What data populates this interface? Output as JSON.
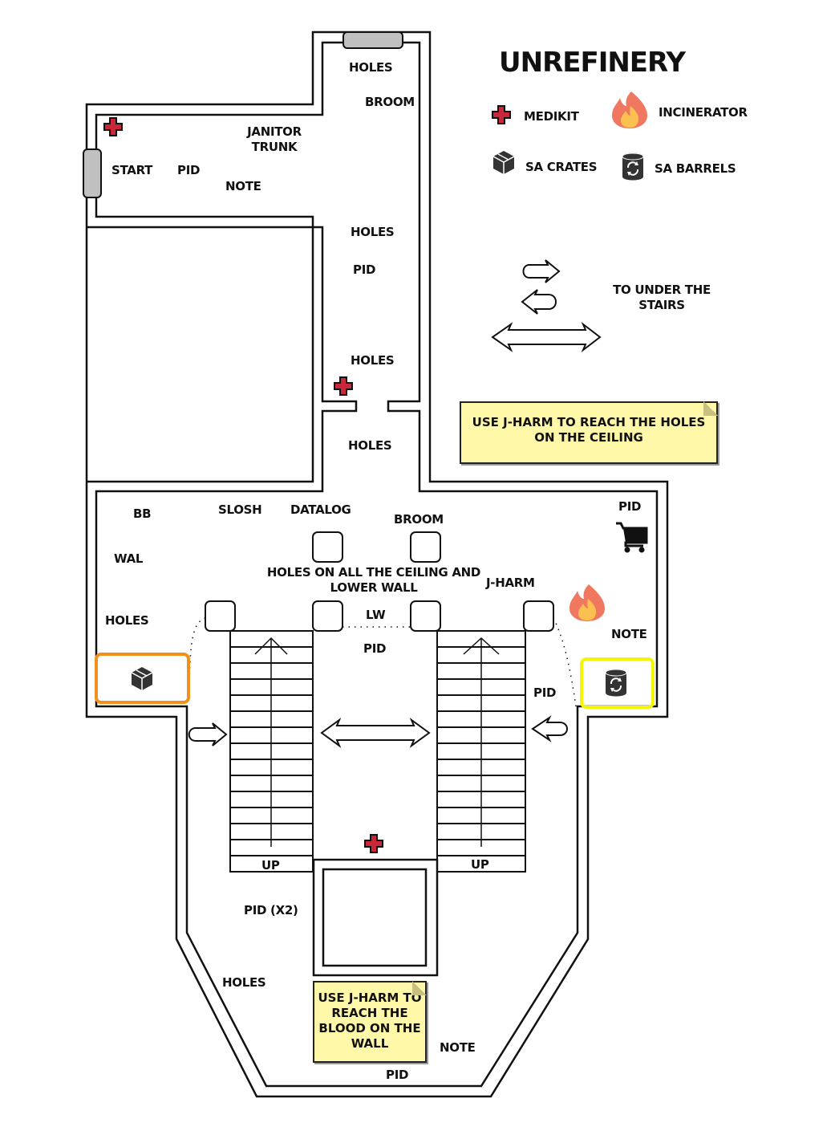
{
  "title": "UNREFINERY",
  "legend": {
    "medikit": "MEDIKIT",
    "incinerator": "INCINERATOR",
    "sa_crates": "SA CRATES",
    "sa_barrels": "SA BARRELS",
    "arrows_meaning": "TO UNDER THE STAIRS"
  },
  "notes": {
    "ceiling_holes": "USE J-HARM  TO REACH THE HOLES ON THE CEILING",
    "blood_wall": "USE J-HARM TO REACH THE BLOOD ON THE WALL"
  },
  "rooms": {
    "start_room": {
      "start": "START",
      "pid": "PID",
      "janitor_trunk": "JANITOR TRUNK",
      "note": "NOTE"
    },
    "corridor": {
      "holes_1": "HOLES",
      "broom": "BROOM",
      "holes_2": "HOLES",
      "pid": "PID",
      "holes_3": "HOLES",
      "holes_4": "HOLES"
    },
    "main_hall": {
      "bb": "BB",
      "slosh": "SLOSH",
      "datalog": "DATALOG",
      "broom": "BROOM",
      "pid_top_right": "PID",
      "wal": "WAL",
      "holes_ceiling": "HOLES ON ALL THE CEILING AND LOWER WALL",
      "j_harm": "J-HARM",
      "holes_left": "HOLES",
      "lw": "LW",
      "pid_center": "PID",
      "note_right": "NOTE",
      "pid_right": "PID",
      "up_left": "UP",
      "up_right": "UP"
    },
    "lower_area": {
      "pid_x2": "PID (X2)",
      "holes": "HOLES",
      "note": "NOTE",
      "pid": "PID"
    }
  },
  "highlights": {
    "crate_box_color": "#f0901e",
    "barrel_box_color": "#f5f500"
  },
  "colors": {
    "medikit": "#c8283a",
    "flame_outer": "#f07860",
    "flame_inner": "#fcc050",
    "door": "#c0c0c0",
    "note_bg": "#fff8a8",
    "icon_dark": "#333333"
  }
}
